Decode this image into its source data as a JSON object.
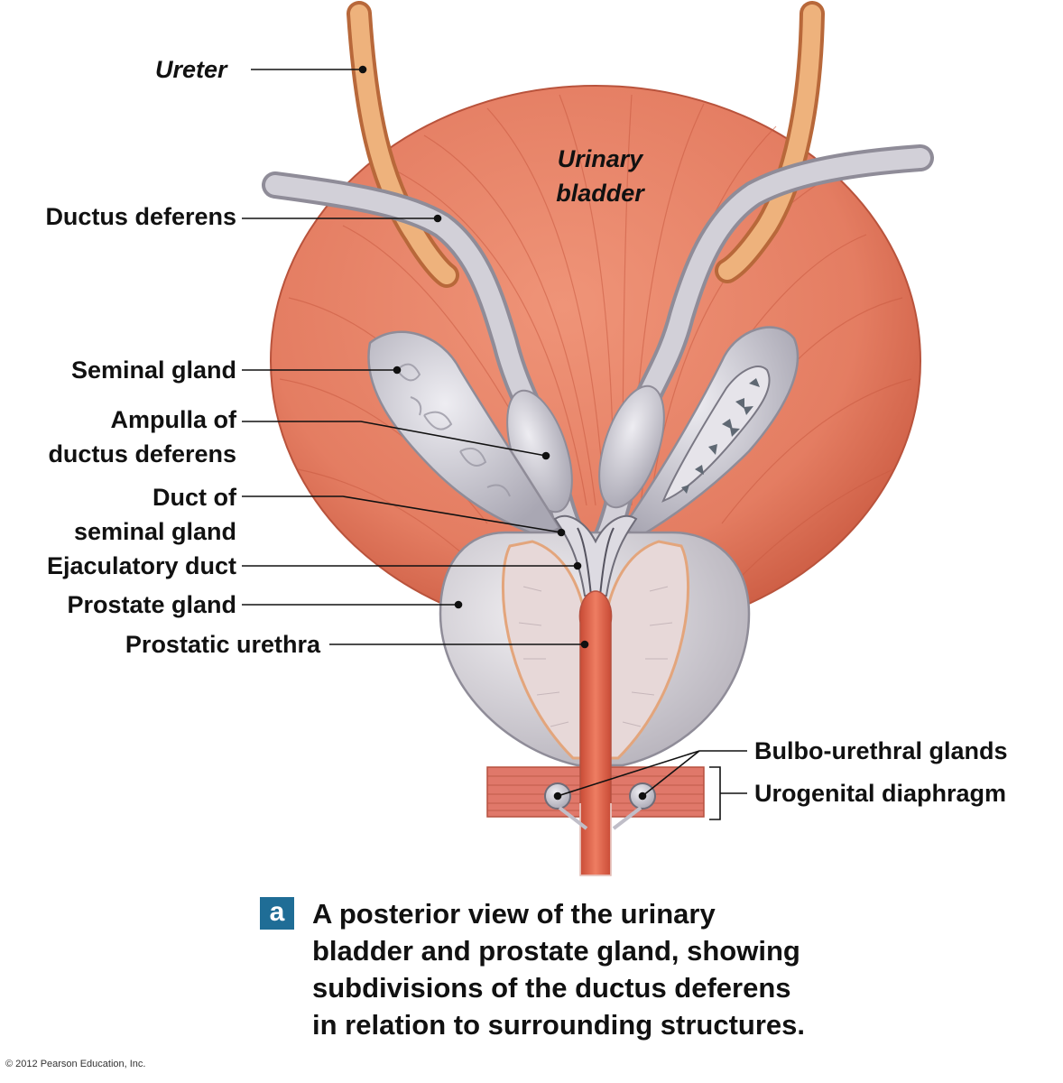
{
  "labels": {
    "ureter": "Ureter",
    "urinary_bladder": [
      "Urinary",
      "bladder"
    ],
    "ductus_deferens": "Ductus deferens",
    "seminal_gland": "Seminal gland",
    "ampulla": [
      "Ampulla of",
      "ductus deferens"
    ],
    "duct_of_seminal_gland": [
      "Duct of",
      "seminal gland"
    ],
    "ejaculatory_duct": "Ejaculatory duct",
    "prostate_gland": "Prostate gland",
    "prostatic_urethra": "Prostatic urethra",
    "bulbo_urethral_glands": "Bulbo-urethral glands",
    "urogenital_diaphragm": "Urogenital diaphragm"
  },
  "caption": {
    "badge": "a",
    "lines": [
      "A posterior view of the urinary",
      "bladder and prostate gland, showing",
      "subdivisions of the ductus deferens",
      "in relation to surrounding structures."
    ]
  },
  "copyright": "© 2012 Pearson Education, Inc.",
  "colors": {
    "bladder": "#e47d62",
    "ureter": "#e8a46a",
    "duct": "#c4c2cc",
    "prostate": "#d9d6dc",
    "urethra": "#e2684f",
    "badge": "#1f6d96"
  }
}
